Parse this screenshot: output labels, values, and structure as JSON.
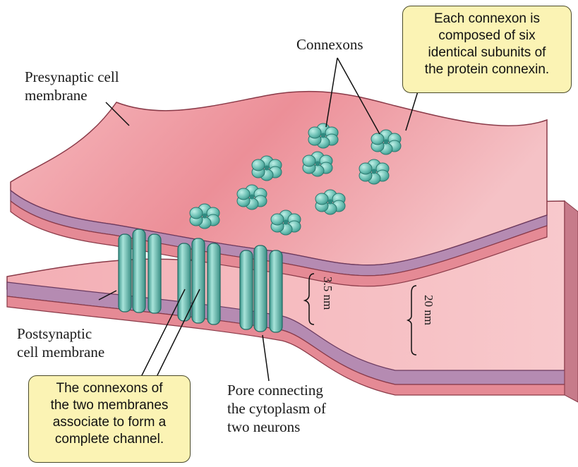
{
  "labels": {
    "presynaptic": [
      "Presynaptic cell",
      "membrane"
    ],
    "postsynaptic": [
      "Postsynaptic",
      "cell membrane"
    ],
    "connexons": "Connexons",
    "pore": [
      "Pore connecting",
      "the cytoplasm of",
      "two neurons"
    ],
    "gap": "3.5 nm",
    "thickness": "20 nm"
  },
  "callouts": {
    "connexon": [
      "Each connexon is",
      "composed of six",
      "identical subunits of",
      "the protein connexin."
    ],
    "channel": [
      "The connexons of",
      "the two membranes",
      "associate to form a",
      "complete channel."
    ]
  },
  "colors": {
    "membrane_top": "#f2a2aa",
    "membrane_shade": "#e07a86",
    "membrane_edge_purple": "#b28ab0",
    "connexon": "#6cc0b4",
    "connexon_dark": "#2f8a80",
    "callout_fill": "#fbf3b4"
  }
}
